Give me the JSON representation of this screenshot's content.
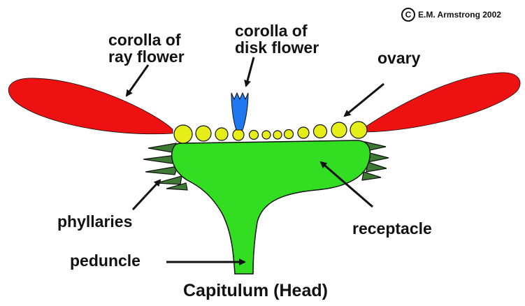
{
  "copyright": {
    "symbol": "C",
    "text": "E.M. Armstrong 2002"
  },
  "labels": {
    "ray_corolla_line1": "corolla of",
    "ray_corolla_line2": "ray flower",
    "disk_corolla_line1": "corolla of",
    "disk_corolla_line2": "disk flower",
    "ovary": "ovary",
    "phyllaries": "phyllaries",
    "receptacle": "receptacle",
    "peduncle": "peduncle",
    "title": "Capitulum (Head)"
  },
  "colors": {
    "ray_corolla": "#ee1111",
    "disk_corolla": "#1e78f0",
    "ovary": "#e6ee1a",
    "receptacle": "#33dd22",
    "phyllary": "#3d7a33",
    "outline": "#111111"
  }
}
